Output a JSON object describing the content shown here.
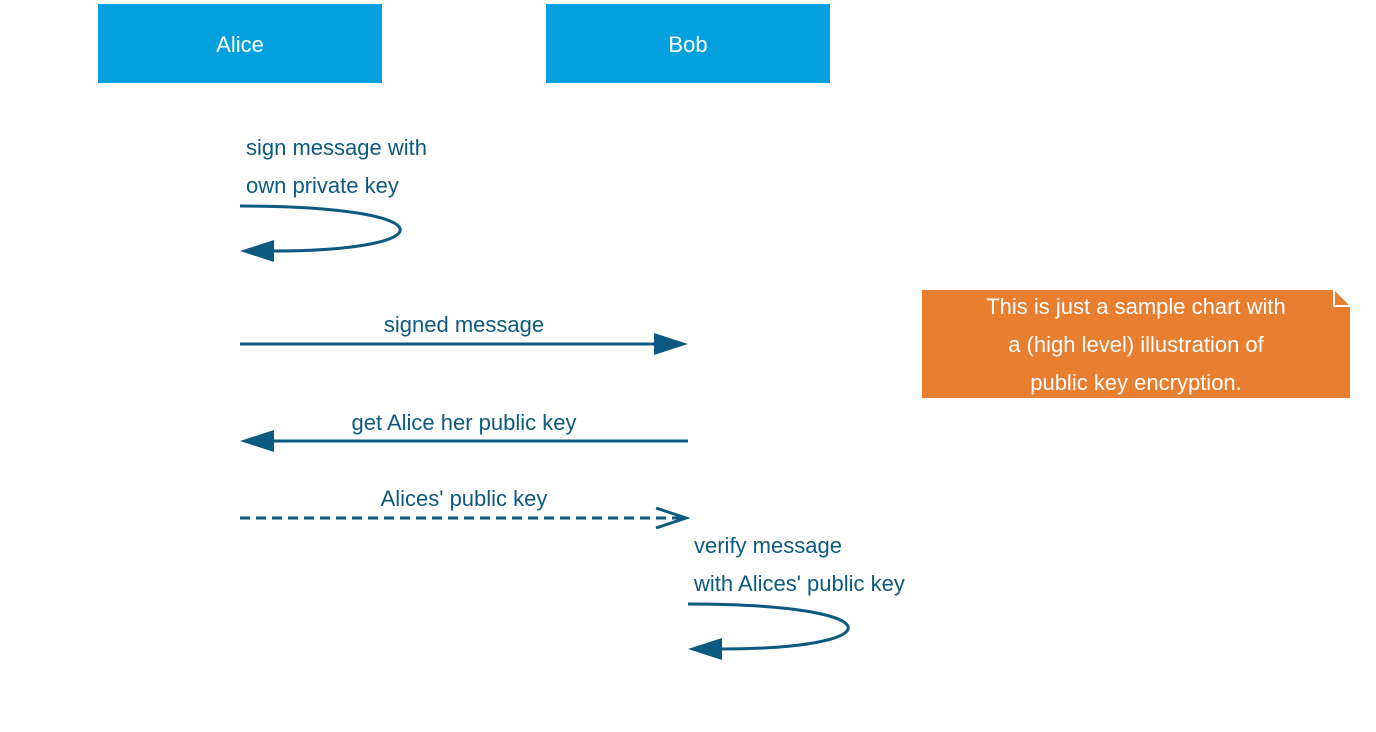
{
  "participants": [
    {
      "name": "Alice"
    },
    {
      "name": "Bob"
    }
  ],
  "messages": [
    {
      "from": "Alice",
      "to": "Alice",
      "type": "self",
      "lines": [
        "sign message with",
        "own private key"
      ]
    },
    {
      "from": "Alice",
      "to": "Bob",
      "type": "solid",
      "lines": [
        "signed message"
      ]
    },
    {
      "from": "Bob",
      "to": "Alice",
      "type": "solid",
      "lines": [
        "get Alice her public key"
      ]
    },
    {
      "from": "Alice",
      "to": "Bob",
      "type": "dashed",
      "lines": [
        "Alices' public key"
      ]
    },
    {
      "from": "Bob",
      "to": "Bob",
      "type": "self",
      "lines": [
        "verify message",
        "with Alices' public key"
      ]
    }
  ],
  "note": {
    "lines": [
      "This is just a sample chart with",
      "a (high level) illustration of",
      "public key encryption."
    ]
  },
  "colors": {
    "participant": "#03a0e0",
    "message": "#0d5a80",
    "note": "#e87e2f"
  }
}
